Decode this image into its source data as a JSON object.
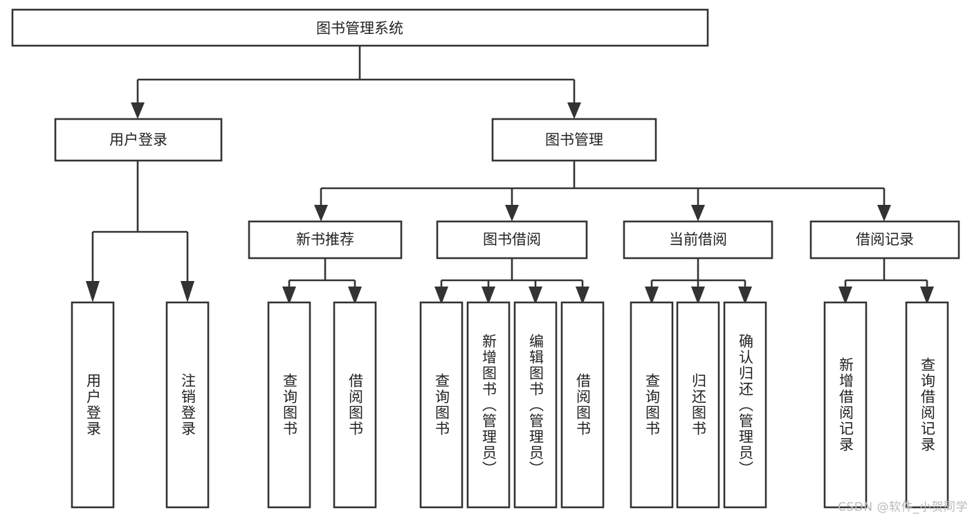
{
  "diagram": {
    "type": "tree-hierarchy",
    "title": "图书管理系统",
    "watermark": "CSDN @软件_小贺同学",
    "colors": {
      "stroke": "#333333",
      "fill": "#ffffff",
      "text": "#222222",
      "watermark": "#b9b9b9",
      "background": "#ffffff"
    },
    "root": {
      "id": "root",
      "label": "图书管理系统",
      "orientation": "horizontal"
    },
    "level2": [
      {
        "id": "user-login",
        "label": "用户登录",
        "orientation": "horizontal"
      },
      {
        "id": "book-manage",
        "label": "图书管理",
        "orientation": "horizontal"
      }
    ],
    "level3": [
      {
        "id": "new-book-recommend",
        "label": "新书推荐",
        "orientation": "horizontal",
        "parent": "book-manage"
      },
      {
        "id": "book-borrow",
        "label": "图书借阅",
        "orientation": "horizontal",
        "parent": "book-manage"
      },
      {
        "id": "current-borrow",
        "label": "当前借阅",
        "orientation": "horizontal",
        "parent": "book-manage"
      },
      {
        "id": "borrow-record",
        "label": "借阅记录",
        "orientation": "horizontal",
        "parent": "book-manage"
      }
    ],
    "leaves": [
      {
        "id": "leaf-user-login",
        "label": "用户登录",
        "orientation": "vertical",
        "parent": "user-login"
      },
      {
        "id": "leaf-logout-login",
        "label": "注销登录",
        "orientation": "vertical",
        "parent": "user-login"
      },
      {
        "id": "leaf-query-book-1",
        "label": "查询图书",
        "orientation": "vertical",
        "parent": "new-book-recommend"
      },
      {
        "id": "leaf-borrow-book-1",
        "label": "借阅图书",
        "orientation": "vertical",
        "parent": "new-book-recommend"
      },
      {
        "id": "leaf-query-book-2",
        "label": "查询图书",
        "orientation": "vertical",
        "parent": "book-borrow"
      },
      {
        "id": "leaf-add-book-admin",
        "label": "新增图书（管理员）",
        "orientation": "vertical",
        "parent": "book-borrow"
      },
      {
        "id": "leaf-edit-book-admin",
        "label": "编辑图书（管理员）",
        "orientation": "vertical",
        "parent": "book-borrow"
      },
      {
        "id": "leaf-borrow-book-2",
        "label": "借阅图书",
        "orientation": "vertical",
        "parent": "book-borrow"
      },
      {
        "id": "leaf-query-book-3",
        "label": "查询图书",
        "orientation": "vertical",
        "parent": "current-borrow"
      },
      {
        "id": "leaf-return-book",
        "label": "归还图书",
        "orientation": "vertical",
        "parent": "current-borrow"
      },
      {
        "id": "leaf-confirm-return-admin",
        "label": "确认归还（管理员）",
        "orientation": "vertical",
        "parent": "current-borrow"
      },
      {
        "id": "leaf-add-borrow-record",
        "label": "新增借阅记录",
        "orientation": "vertical",
        "parent": "borrow-record"
      },
      {
        "id": "leaf-query-borrow-record",
        "label": "查询借阅记录",
        "orientation": "vertical",
        "parent": "borrow-record"
      }
    ]
  }
}
